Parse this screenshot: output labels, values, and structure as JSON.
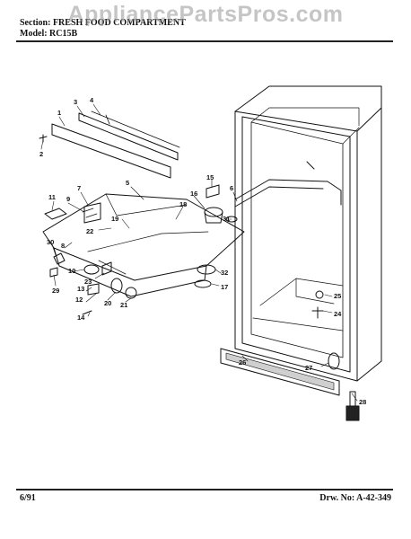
{
  "watermark": "AppliancePartsPros.com",
  "header": {
    "section_label": "Section:",
    "section_value": "FRESH FOOD COMPARTMENT",
    "model_label": "Model:",
    "model_value": "RC15B"
  },
  "footer": {
    "date": "6/91",
    "drawing_no": "Drw. No: A-42-349"
  },
  "callouts": [
    "1",
    "2",
    "3",
    "4",
    "5",
    "6",
    "7",
    "8",
    "9",
    "10",
    "11",
    "12",
    "13",
    "14",
    "15",
    "16",
    "17",
    "18",
    "19",
    "20",
    "21",
    "22",
    "23",
    "24",
    "25",
    "26",
    "27",
    "28",
    "29",
    "30",
    "31",
    "32"
  ],
  "colors": {
    "line": "#111111",
    "shade": "#cfcfcf",
    "paper": "#ffffff"
  }
}
